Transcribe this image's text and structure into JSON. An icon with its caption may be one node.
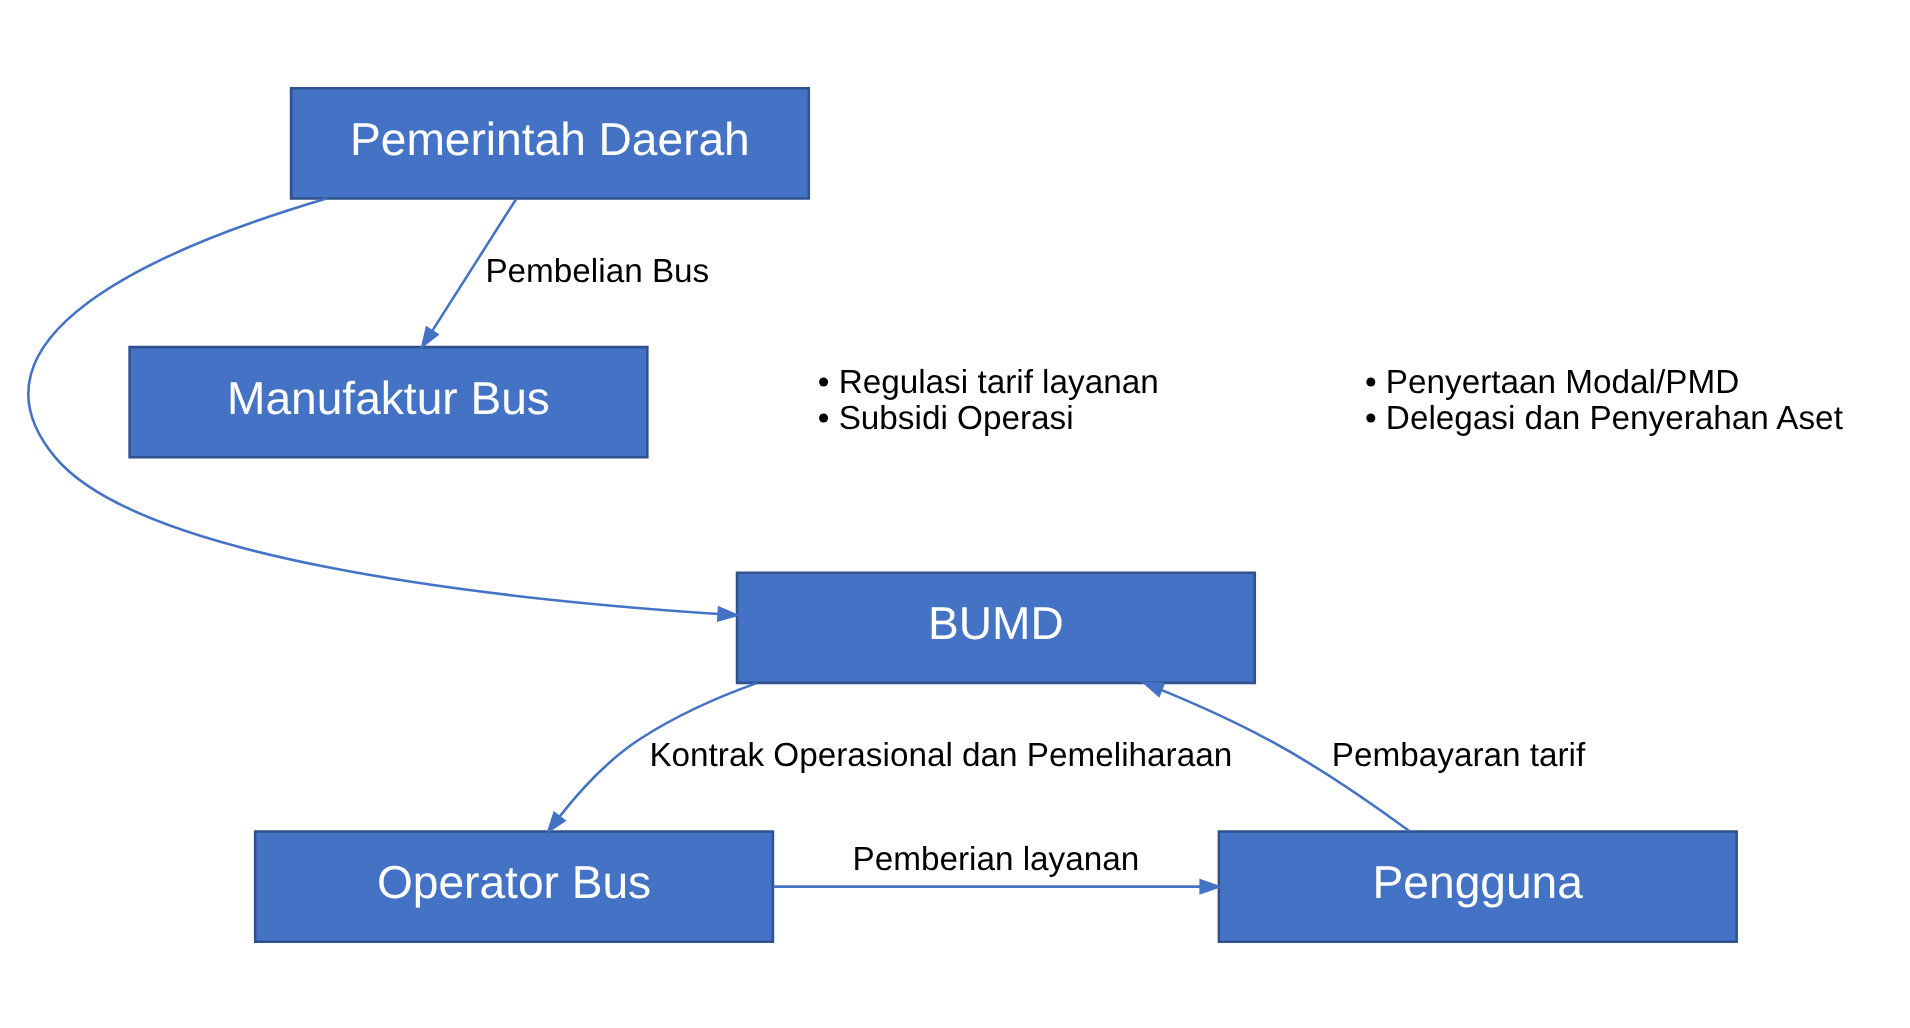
{
  "diagram": {
    "nodes": [
      {
        "text": [
          "Pemerintah Daerah"
        ]
      },
      {
        "text": [
          "BUMD"
        ]
      },
      {
        "text": [
          "Operator Bus"
        ]
      },
      {
        "text": [
          "Pengguna"
        ]
      },
      {
        "text": [
          "Manufaktur Bus"
        ]
      }
    ],
    "edges": [
      {
        "from": 0,
        "to": 1,
        "arrow": "to"
      },
      {
        "from": 1,
        "to": 2,
        "arrow": "to",
        "label": "Kontrak Operasional dan Pemeliharaan"
      },
      {
        "from": 2,
        "to": 3,
        "arrow": "to",
        "label": "Pemberian layanan"
      },
      {
        "from": 3,
        "to": 1,
        "arrow": "to",
        "label": "Pembayaran tarif"
      },
      {
        "from": 0,
        "to": 4,
        "arrow": "to",
        "label": "Pembelian Bus"
      }
    ],
    "labels": [
      "• Regulasi tarif layanan",
      "• Subsidi Operasi",
      "• Penyertaan Modal/PMD",
      "• Delegasi dan Penyerahan Aset"
    ]
  }
}
